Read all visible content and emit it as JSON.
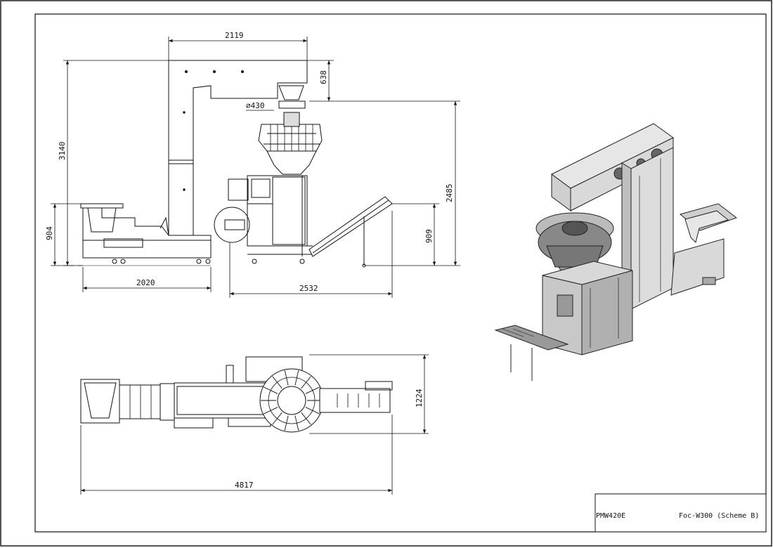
{
  "drawing": {
    "dimensions": {
      "top_width": "2119",
      "hopper_height": "638",
      "hopper_diameter": "⌀430",
      "overall_height": "3140",
      "conveyor_height": "904",
      "discharge_height_total": "2485",
      "discharge_height": "909",
      "feeder_length": "2020",
      "packer_length": "2532",
      "plan_width": "1224",
      "overall_length": "4817"
    },
    "title_block": {
      "model": "PMW420E",
      "scheme": "Foc-W300 (Scheme B)"
    }
  }
}
